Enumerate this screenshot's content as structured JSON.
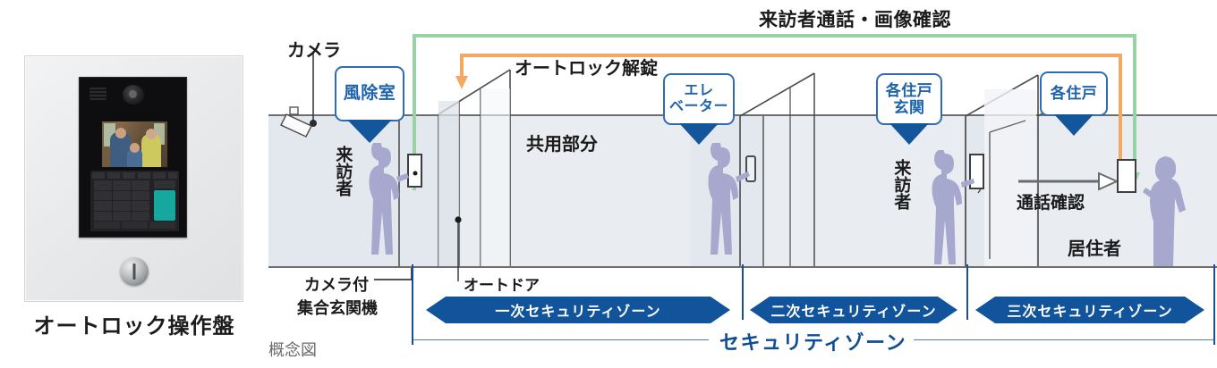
{
  "photo": {
    "caption": "オートロック操作盤",
    "device": {
      "camera_icon": "camera-lens",
      "speaker_icon": "speaker-grille",
      "screen_content": "visitor-family-video",
      "keypad_icon": "numeric-keypad",
      "talk_button_color": "#16a79f",
      "key_cylinder_icon": "key-cylinder"
    }
  },
  "diagram": {
    "title": "来訪者通話・画像確認",
    "footnote": "概念図",
    "callouts": [
      {
        "id": "vestibule",
        "label": "風除室"
      },
      {
        "id": "elevator",
        "label": "エレベーター",
        "line1": "エレ",
        "line2": "ベーター"
      },
      {
        "id": "unit-entry",
        "label": "各住戸玄関",
        "line1": "各住戸",
        "line2": "玄関"
      },
      {
        "id": "unit",
        "label": "各住戸"
      }
    ],
    "labels": {
      "camera": "カメラ",
      "auto_unlock": "オートロック解錠",
      "common_area": "共用部分",
      "auto_door": "オートドア",
      "entrance_panel_line1": "カメラ付",
      "entrance_panel_line2": "集合玄関機",
      "visitor_1": "来訪者",
      "visitor_2": "来訪者",
      "talk_confirm": "通話確認",
      "resident": "居住者"
    },
    "zones": [
      {
        "label": "一次セキュリティゾーン"
      },
      {
        "label": "二次セキュリティゾーン"
      },
      {
        "label": "三次セキュリティゾーン"
      }
    ],
    "security_zone_label": "セキュリティゾーン",
    "colors": {
      "zone_bar": "#12549b",
      "callout_border": "#2f6cb5",
      "callout_text": "#1f63ad",
      "green_path": "#9ad3a3",
      "orange_path": "#f3a963",
      "floor": "#e3e8ee",
      "person": "#a6a8ce"
    }
  }
}
